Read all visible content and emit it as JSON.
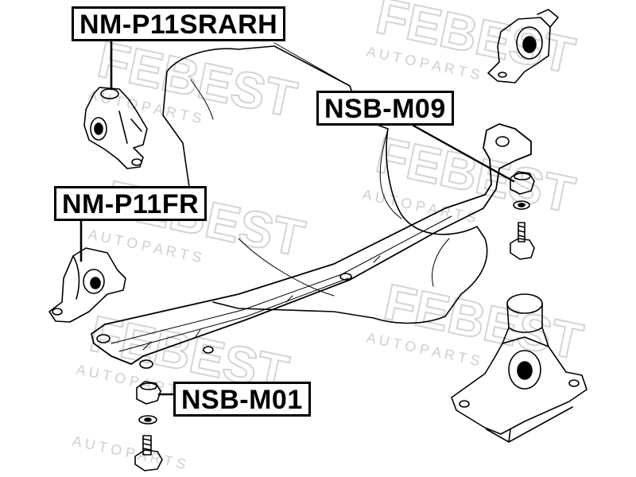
{
  "callouts": {
    "nm_p11srarh": "NM-P11SRARH",
    "nm_p11fr": "NM-P11FR",
    "nsb_m09": "NSB-M09",
    "nsb_m01": "NSB-M01"
  },
  "watermark": {
    "brand": "FEBEST",
    "tagline": "A U T O   P A R T S"
  },
  "colors": {
    "ink": "#000000",
    "watermark": "#d8d8d8",
    "background": "#ffffff"
  }
}
